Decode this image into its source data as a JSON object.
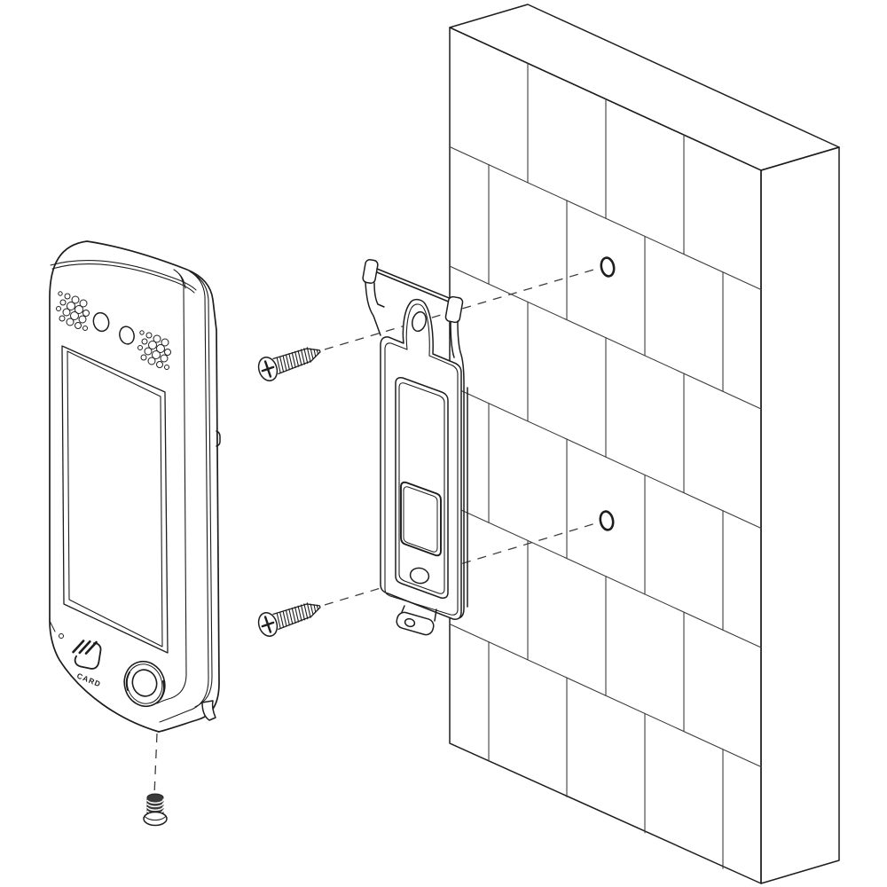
{
  "scene": {
    "background": "#ffffff",
    "line_color": "#1d1d1d",
    "kind": "wall-mount installation diagram"
  },
  "device": {
    "card_label": "CARD",
    "visible_parts": [
      "speaker-grille-left",
      "front-camera-upper",
      "front-camera-lower",
      "speaker-grille-right",
      "touchscreen",
      "status-led",
      "card-swipe-icon",
      "circular-lens",
      "side-button",
      "bottom-foot"
    ]
  },
  "bracket": {
    "visible_parts": [
      "hook-tab-left",
      "hook-tab-right",
      "keyhole-slot",
      "inner-panel",
      "cable-cutout",
      "screw-hole",
      "foot-tab-with-hole"
    ]
  },
  "wall": {
    "drill_holes": 2,
    "brick_courses": 6
  },
  "hardware": {
    "wall_mounting_screws": 2,
    "bottom_locking_screws": 1
  }
}
